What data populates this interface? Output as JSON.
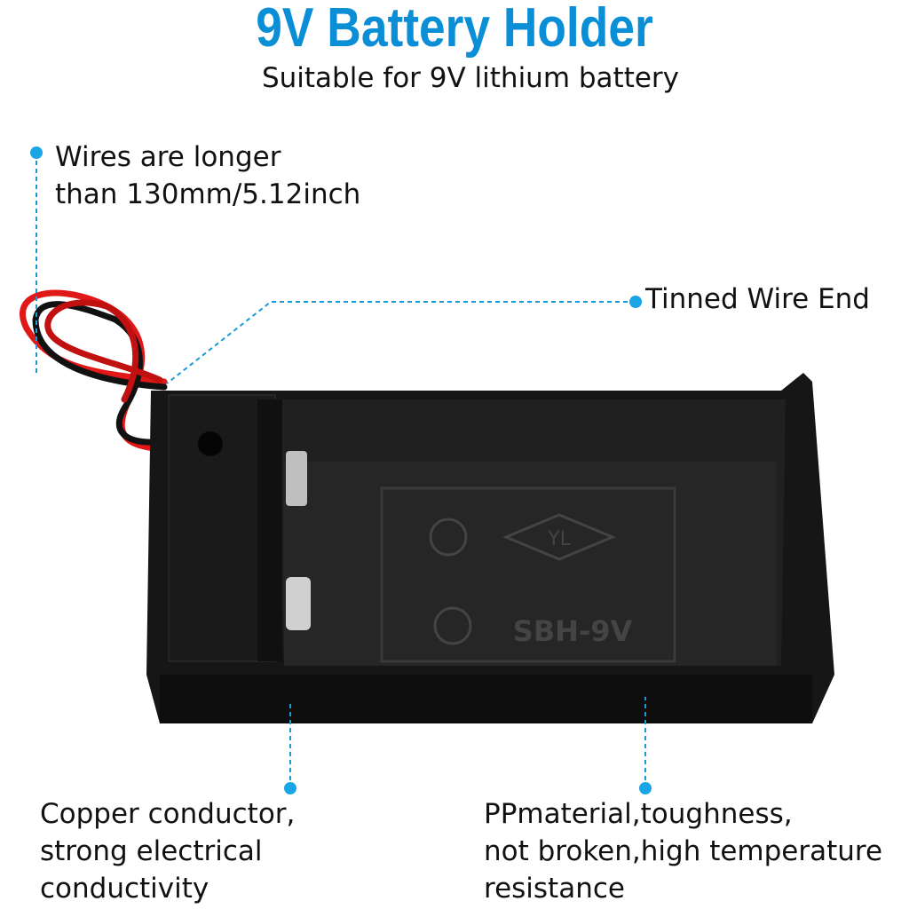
{
  "header": {
    "title": "9V Battery Holder",
    "subtitle": "Suitable for 9V lithium battery"
  },
  "callouts": {
    "wires": [
      "Wires are longer",
      "than 130mm/5.12inch"
    ],
    "tinned": "Tinned Wire End",
    "copper": [
      "Copper conductor,",
      "strong electrical",
      "conductivity"
    ],
    "material": [
      "PPmaterial,toughness,",
      "not broken,high temperature",
      "resistance"
    ]
  },
  "product": {
    "model_marking": "SBH-9V",
    "logo_marking": "YL"
  },
  "colors": {
    "accent": "#0a8fd6",
    "callout_line": "#1a9ad6",
    "body": "#161616"
  }
}
